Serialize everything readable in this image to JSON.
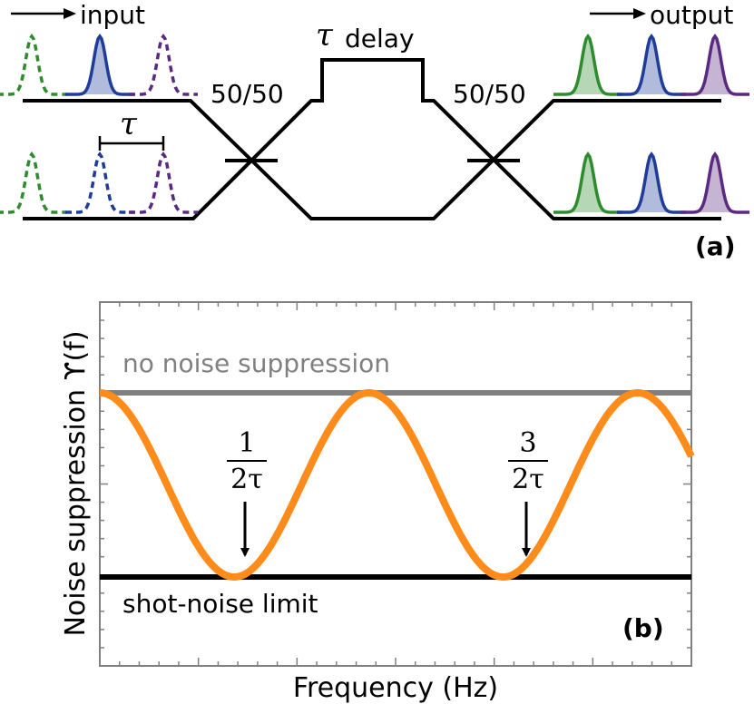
{
  "panel_a": {
    "input_label": "input",
    "output_label": "output",
    "delay_symbol": "τ",
    "delay_word": "delay",
    "spacing_symbol": "τ",
    "splitter_left": "50/50",
    "splitter_right": "50/50",
    "panel_label": "(a)",
    "colors": {
      "green": "#2e8b2e",
      "blue": "#1f3c99",
      "purple": "#5a2a82"
    }
  },
  "panel_b": {
    "ylabel_text": "Noise suppression ϒ(f)",
    "xlabel": "Frequency (Hz)",
    "no_noise_label": "no noise suppression",
    "shot_noise_label": "shot-noise limit",
    "panel_label": "(b)",
    "marker1": {
      "num": "1",
      "den": "2τ"
    },
    "marker2": {
      "num": "3",
      "den": "2τ"
    },
    "colors": {
      "curve": "#ff8c1a",
      "upper": "#808080",
      "lower": "#000000"
    }
  },
  "chart_data": {
    "type": "line",
    "title": "",
    "xlabel": "Frequency (Hz)",
    "ylabel": "Noise suppression ϒ(f)",
    "x_units": "1/τ",
    "xlim": [
      0,
      2.2
    ],
    "ylim": [
      -0.35,
      1.35
    ],
    "grid": false,
    "series": [
      {
        "x": [
          0,
          0.125,
          0.25,
          0.375,
          0.5,
          0.625,
          0.75,
          0.875,
          1.0,
          1.125,
          1.25,
          1.375,
          1.5,
          1.625,
          1.75,
          1.875,
          2.0,
          2.1
        ],
        "values": [
          1.0,
          0.854,
          0.5,
          0.146,
          0.0,
          0.146,
          0.5,
          0.854,
          1.0,
          0.854,
          0.5,
          0.146,
          0.0,
          0.146,
          0.5,
          0.854,
          1.0,
          0.976
        ]
      }
    ],
    "reference_lines": [
      {
        "label": "no noise suppression",
        "y": 1.0
      },
      {
        "label": "shot-noise limit",
        "y": 0.0
      }
    ],
    "annotations": [
      {
        "text": "1/(2τ)",
        "x": 0.5
      },
      {
        "text": "3/(2τ)",
        "x": 1.5
      }
    ]
  }
}
